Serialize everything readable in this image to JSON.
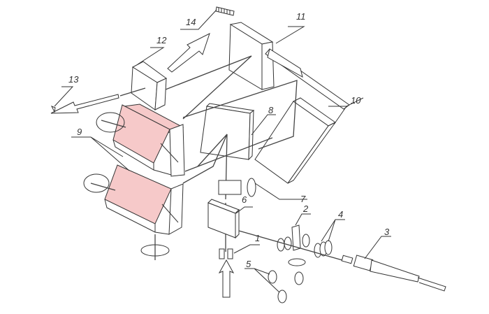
{
  "diagram": {
    "labels": {
      "l1": "1",
      "l2": "2",
      "l3": "3",
      "l4": "4",
      "l5": "5",
      "l6": "6",
      "l7": "7",
      "l8": "8",
      "l9": "9",
      "l10": "10",
      "l11": "11",
      "l12": "12",
      "l13": "13",
      "l14": "14"
    },
    "colors": {
      "grating_fill": "#f6c9c9",
      "grating_lines": "#d96a6a",
      "line": "#333333"
    }
  }
}
